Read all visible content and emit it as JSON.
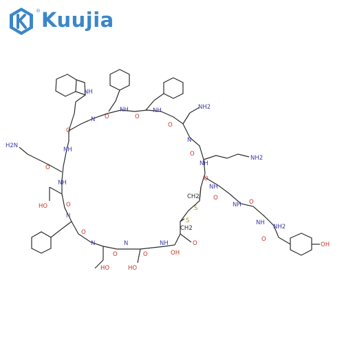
{
  "brand": {
    "name": "Kuujia",
    "mark": "®"
  },
  "colors": {
    "accent": "#3a87c8",
    "bond": "#2b2b2b",
    "nitrogen": "#3a3aa6",
    "oxygen": "#c0392b",
    "sulfur": "#b8860b"
  },
  "atoms": {
    "NH2_amide": "NH2",
    "NH2_lys1": "NH2",
    "NH2_lys2": "H2N",
    "NH2_tyr": "NH2",
    "HO_thr1": "HO",
    "HO_thr2": "HO",
    "HO_ser": "HO",
    "OH_acid": "OH",
    "OH_tyr": "OH",
    "NH_trp": "NH",
    "S1": "S",
    "S2": "S",
    "CH2a": "CH2",
    "CH2b": "CH2",
    "N": "N",
    "NH": "NH",
    "O": "O"
  }
}
